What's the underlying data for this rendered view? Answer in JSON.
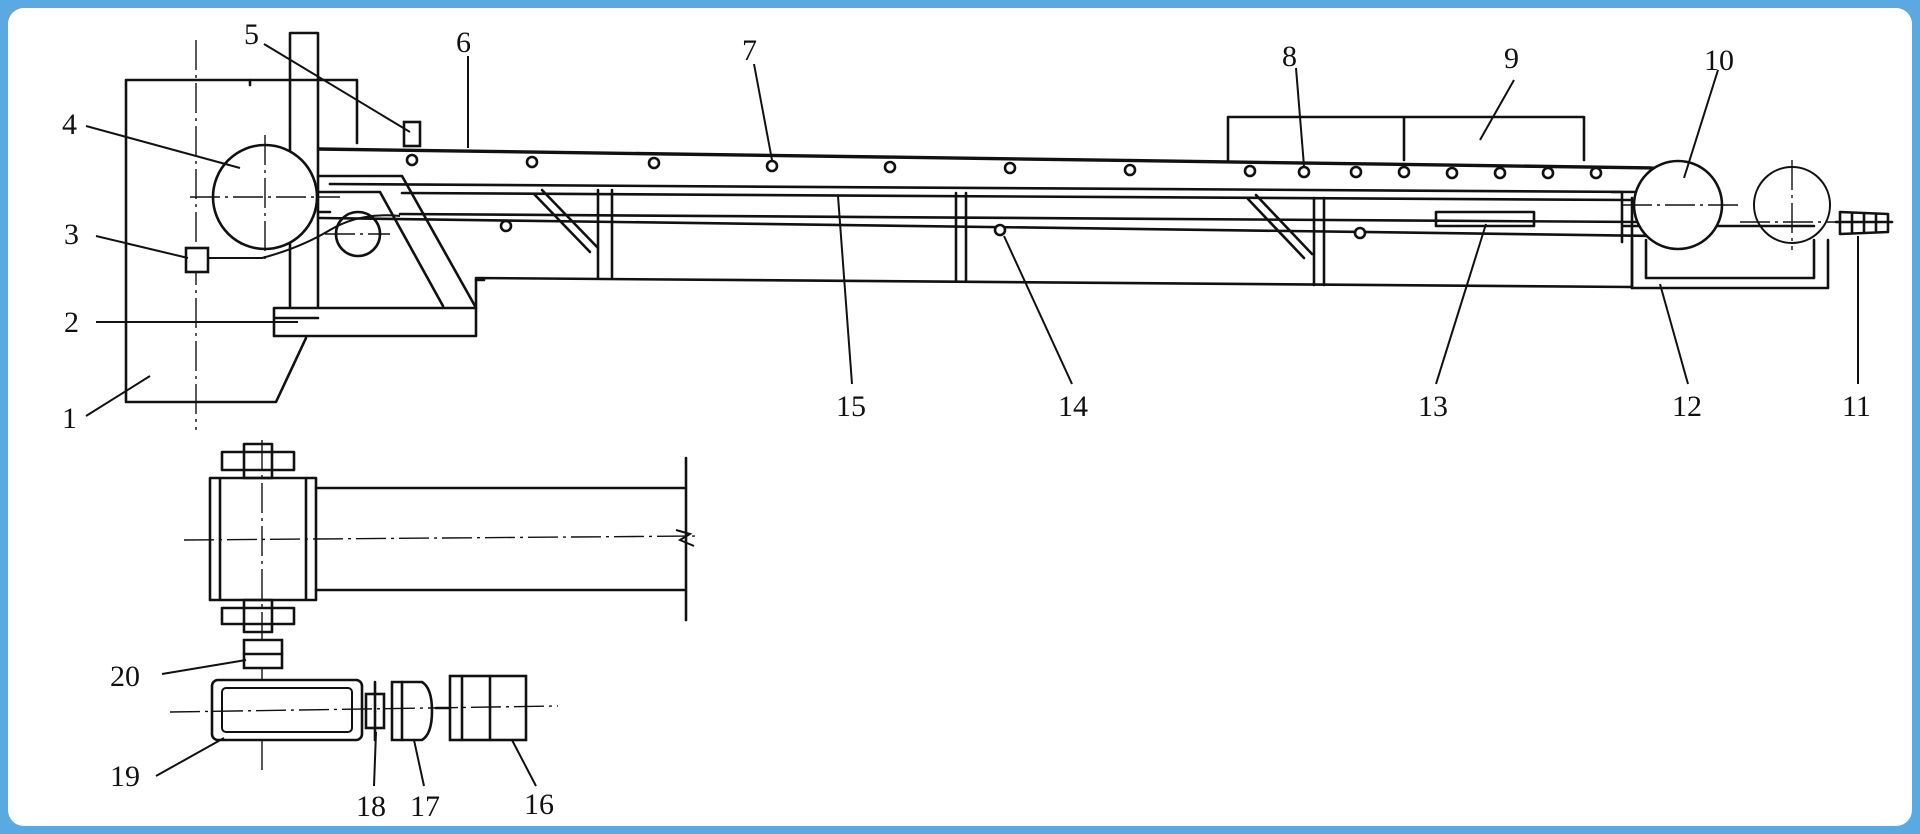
{
  "labels": [
    {
      "id": "1",
      "text": "1"
    },
    {
      "id": "2",
      "text": "2"
    },
    {
      "id": "3",
      "text": "3"
    },
    {
      "id": "4",
      "text": "4"
    },
    {
      "id": "5",
      "text": "5"
    },
    {
      "id": "6",
      "text": "6"
    },
    {
      "id": "7",
      "text": "7"
    },
    {
      "id": "8",
      "text": "8"
    },
    {
      "id": "9",
      "text": "9"
    },
    {
      "id": "10",
      "text": "10"
    },
    {
      "id": "11",
      "text": "11"
    },
    {
      "id": "12",
      "text": "12"
    },
    {
      "id": "13",
      "text": "13"
    },
    {
      "id": "14",
      "text": "14"
    },
    {
      "id": "15",
      "text": "15"
    },
    {
      "id": "16",
      "text": "16"
    },
    {
      "id": "17",
      "text": "17"
    },
    {
      "id": "18",
      "text": "18"
    },
    {
      "id": "19",
      "text": "19"
    },
    {
      "id": "20",
      "text": "20"
    }
  ],
  "colors": {
    "frame_background": "#5aa9e0",
    "canvas": "#ffffff",
    "ink": "#111111"
  }
}
